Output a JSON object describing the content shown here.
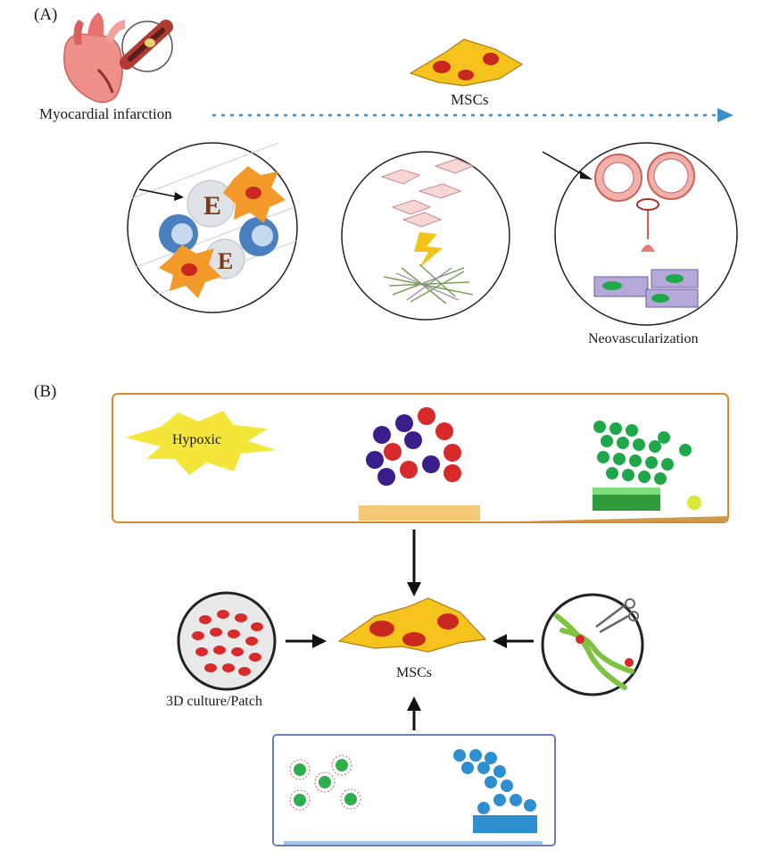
{
  "panel_a": {
    "letter": "(A)",
    "mi_label": "Myocardial infarction",
    "msc_label": "MSCs",
    "neo_label": "Neovascularization"
  },
  "panel_b": {
    "letter": "(B)",
    "hypoxic_label": "Hypoxic",
    "culture_label": "3D culture/Patch",
    "msc_label": "MSCs"
  },
  "colors": {
    "msc_cell": "#f6c21c",
    "nucleus": "#c8281e",
    "arrow_dotted": "#3a8fc8",
    "orange_border": "#d98a2b",
    "blue_border": "#6b7fbf",
    "burst": "#f5e63a",
    "purple_sphere": "#3a1f8c",
    "red_sphere": "#d82a2a",
    "green_sphere": "#1fa84a",
    "blue_sphere": "#2d8fd0"
  }
}
